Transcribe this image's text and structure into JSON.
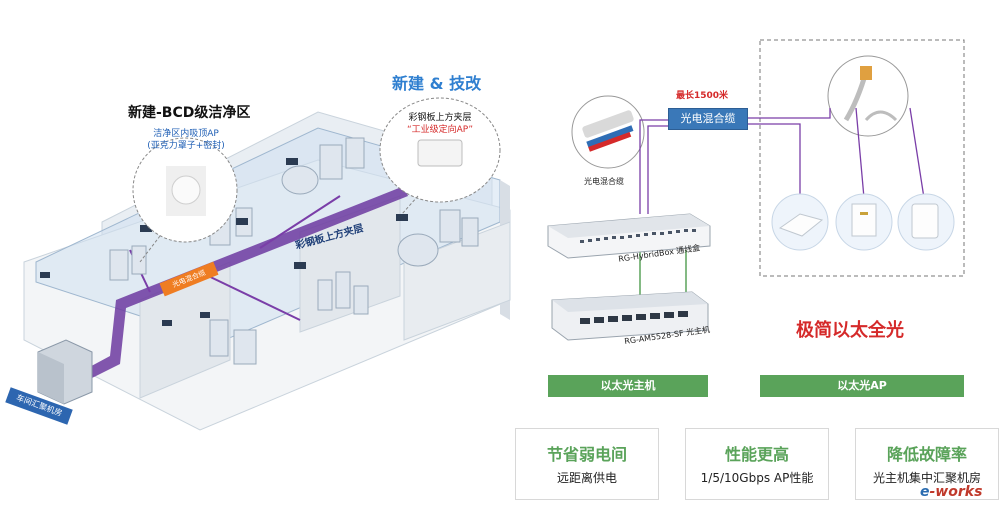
{
  "left": {
    "title_new_upgrade": "新建 & 技改",
    "title_bcd": "新建-BCD级洁净区",
    "cleanroom_ap_line1": "洁净区内吸顶AP",
    "cleanroom_ap_line2": "(亚克力罩子+密封)",
    "bubble_line1": "彩钢板上方夹层",
    "bubble_line2": "“工业级定向AP”",
    "cable_tag": "光电混合缆",
    "layer_label": "彩钢板上方夹层",
    "room_tag": "车间汇聚机房"
  },
  "right": {
    "max_length": "最长1500米",
    "cable_box": "光电混合缆",
    "cable_caption": "光电混合缆",
    "hybridbox_label": "RG-HybridBox 通线盒",
    "host_label": "RG-AM5528-SF 光主机",
    "green_left": "以太光主机",
    "green_right": "以太光AP",
    "slogan": "极简以太全光"
  },
  "cards": [
    {
      "title": "节省弱电间",
      "body": "远距离供电"
    },
    {
      "title": "性能更高",
      "body": "1/5/10Gbps AP性能"
    },
    {
      "title": "降低故障率",
      "body": "光主机集中汇聚机房"
    }
  ],
  "watermark": {
    "e": "e",
    "rest": "-works"
  },
  "colors": {
    "accent_blue": "#2f7fd0",
    "cable_box": "#3a78b8",
    "green": "#5aa35a",
    "red": "#d52a2a",
    "orange": "#ef7d22",
    "purple": "#7a3ea8"
  }
}
